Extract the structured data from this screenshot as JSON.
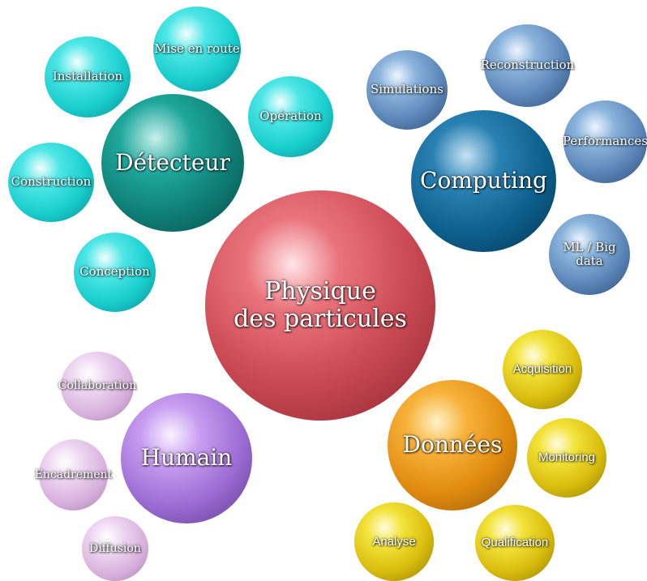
{
  "diagram": {
    "center": {
      "label": "Physique\ndes particules",
      "color": "#cc4a54"
    },
    "detecteur": {
      "label": "Détecteur",
      "color": "#0f7e75",
      "satellites": [
        "Mise en route",
        "Installation",
        "Opération",
        "Construction",
        "Conception"
      ],
      "satellite_color": "#19cece"
    },
    "computing": {
      "label": "Computing",
      "color": "#0c5f8c",
      "satellites": [
        "Simulations",
        "Reconstruction",
        "Performances",
        "ML / Big\ndata"
      ],
      "satellite_color": "#5a86b8"
    },
    "humain": {
      "label": "Humain",
      "color": "#9b6bd3",
      "satellites": [
        "Collaboration",
        "Encadrement",
        "Diffusion"
      ],
      "satellite_color": "#d6aedb"
    },
    "donnees": {
      "label": "Données",
      "color": "#e08a0e",
      "satellites": [
        "Acquisition",
        "Monitoring",
        "Analyse",
        "Qualification"
      ],
      "satellite_color": "#d9bd0d"
    }
  }
}
